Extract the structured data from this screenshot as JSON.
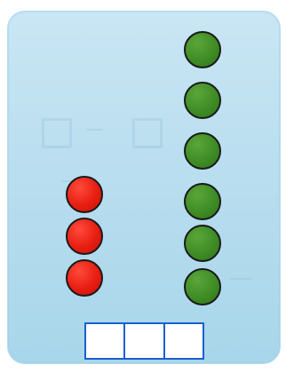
{
  "colors": {
    "card_background": "#bde0f0",
    "red_dot": "#e81e12",
    "green_dot": "#3d8a24",
    "answer_box_border": "#1a5fd1"
  },
  "counters": {
    "red_count": 3,
    "green_count": 6
  },
  "answer_boxes": {
    "count": 3
  }
}
